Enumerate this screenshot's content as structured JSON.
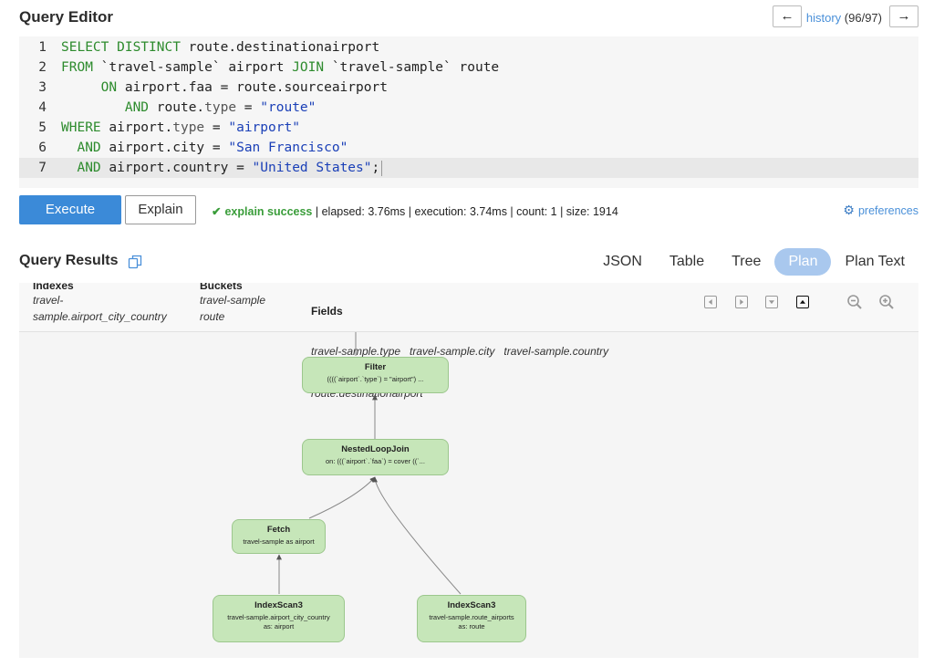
{
  "editor": {
    "title": "Query Editor",
    "history_prev": "←",
    "history_next": "→",
    "history_label": "history",
    "history_count": "(96/97)",
    "line_numbers": [
      "1",
      "2",
      "3",
      "4",
      "5",
      "6",
      "7"
    ],
    "lines": [
      [
        {
          "t": "kw",
          "v": "SELECT DISTINCT"
        },
        {
          "t": "",
          "v": " route.destinationairport"
        }
      ],
      [
        {
          "t": "kw",
          "v": "FROM"
        },
        {
          "t": "",
          "v": " `travel-sample` airport "
        },
        {
          "t": "kw",
          "v": "JOIN"
        },
        {
          "t": "",
          "v": " `travel-sample` route"
        }
      ],
      [
        {
          "t": "",
          "v": "     "
        },
        {
          "t": "kw",
          "v": "ON"
        },
        {
          "t": "",
          "v": " airport.faa = route.sourceairport"
        }
      ],
      [
        {
          "t": "",
          "v": "        "
        },
        {
          "t": "kw",
          "v": "AND"
        },
        {
          "t": "",
          "v": " route."
        },
        {
          "t": "prop",
          "v": "type"
        },
        {
          "t": "",
          "v": " = "
        },
        {
          "t": "str",
          "v": "\"route\""
        }
      ],
      [
        {
          "t": "kw",
          "v": "WHERE"
        },
        {
          "t": "",
          "v": " airport."
        },
        {
          "t": "prop",
          "v": "type"
        },
        {
          "t": "",
          "v": " = "
        },
        {
          "t": "str",
          "v": "\"airport\""
        }
      ],
      [
        {
          "t": "",
          "v": "  "
        },
        {
          "t": "kw",
          "v": "AND"
        },
        {
          "t": "",
          "v": " airport.city = "
        },
        {
          "t": "str",
          "v": "\"San Francisco\""
        }
      ],
      [
        {
          "t": "",
          "v": "  "
        },
        {
          "t": "kw",
          "v": "AND"
        },
        {
          "t": "",
          "v": " airport.country = "
        },
        {
          "t": "str",
          "v": "\"United States\""
        },
        {
          "t": "",
          "v": ";"
        }
      ]
    ]
  },
  "actions": {
    "execute": "Execute",
    "explain": "Explain",
    "status_ok": "explain success",
    "status_details": " | elapsed: 3.76ms | execution: 3.74ms | count: 1 | size: 1914",
    "preferences": "preferences"
  },
  "results": {
    "title": "Query Results",
    "tabs": [
      "JSON",
      "Table",
      "Tree",
      "Plan",
      "Plan Text"
    ],
    "active_tab": "Plan"
  },
  "plan": {
    "indexes_label": "Indexes",
    "indexes_value_1": "travel-",
    "indexes_value_2": "sample.airport_city_country",
    "buckets_label": "Buckets",
    "buckets_value_1": "travel-sample",
    "buckets_value_2": "route",
    "fields_label": "Fields",
    "fields_value_1": "travel-sample.type   travel-sample.city   travel-sample.country",
    "fields_value_2": "route.destinationairport",
    "nodes": {
      "filter": {
        "title": "Filter",
        "detail": "((((`airport`.`type`) = \"airport\") ..."
      },
      "join": {
        "title": "NestedLoopJoin",
        "detail": "on: (((`airport`.`faa`) = cover ((`..."
      },
      "fetch": {
        "title": "Fetch",
        "detail": "travel-sample as airport"
      },
      "scan1": {
        "title": "IndexScan3",
        "detail1": "travel-sample.airport_city_country",
        "detail2": "as: airport"
      },
      "scan2": {
        "title": "IndexScan3",
        "detail1": "travel-sample.route_airports",
        "detail2": "as: route"
      }
    }
  }
}
